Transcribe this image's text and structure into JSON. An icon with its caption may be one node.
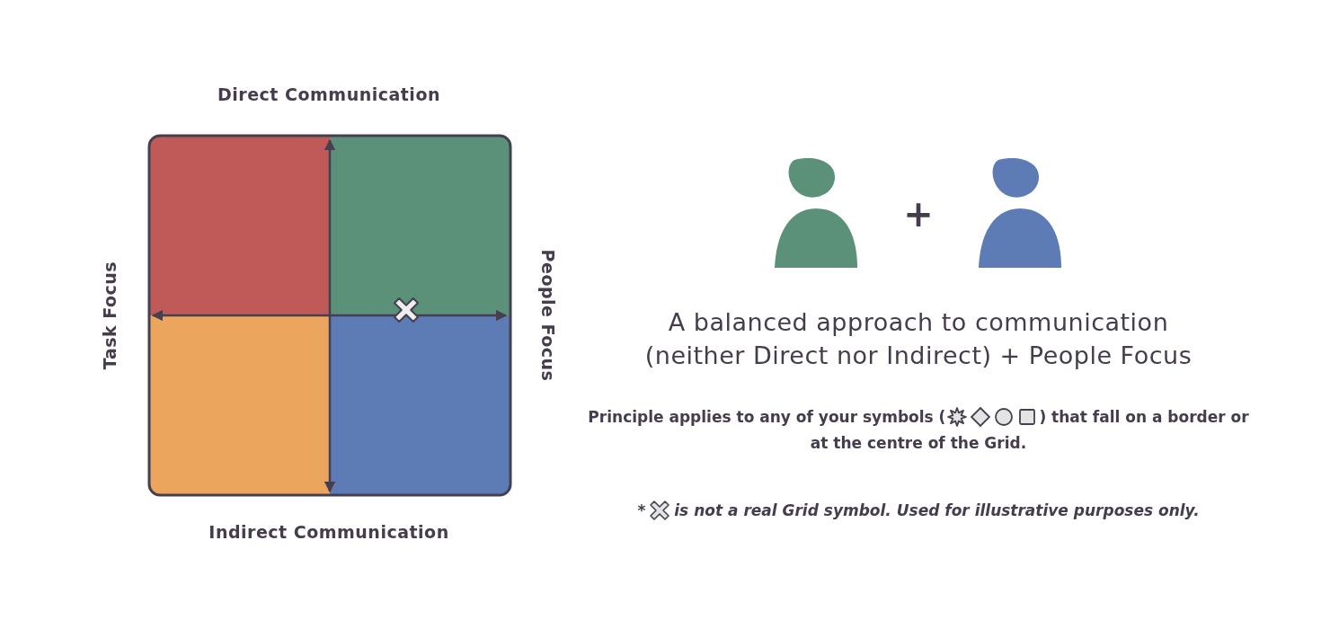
{
  "diagram": {
    "labels": [
      "Direct Communication",
      "Task Focus",
      "People Focus",
      "Indirect Communication",
      "+",
      "A balanced approach to communication (neither Direct nor Indirect) + People Focus",
      "Principle applies to any of your symbols (",
      ") that fall on a border or at the centre of the Grid.",
      "*",
      "is not a real Grid symbol. Used for illustrative purposes only."
    ]
  }
}
